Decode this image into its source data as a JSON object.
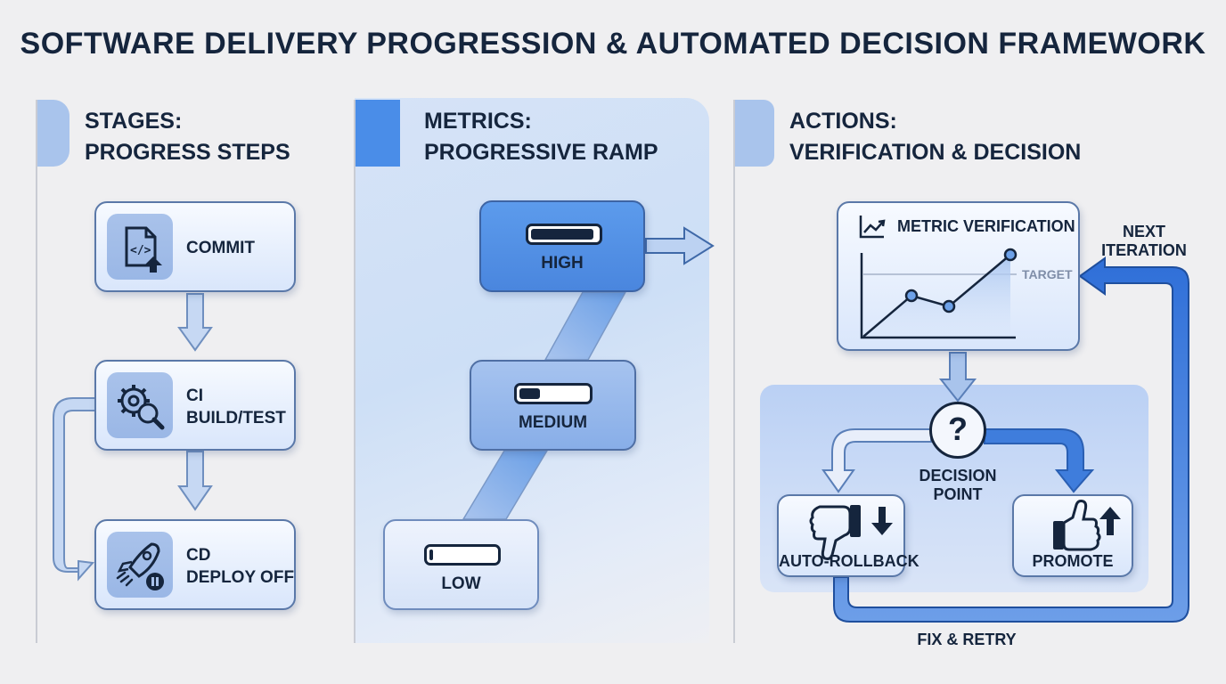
{
  "title": "SOFTWARE DELIVERY PROGRESSION & AUTOMATED DECISION FRAMEWORK",
  "columns": {
    "stages": {
      "heading_line1": "STAGES:",
      "heading_line2": "PROGRESS STEPS",
      "items": [
        {
          "label_line1": "COMMIT",
          "label_line2": "",
          "icon": "code-file-upload-icon"
        },
        {
          "label_line1": "CI",
          "label_line2": "BUILD/TEST",
          "icon": "gear-search-icon"
        },
        {
          "label_line1": "CD",
          "label_line2": "DEPLOY OFF",
          "icon": "rocket-pause-icon"
        }
      ]
    },
    "metrics": {
      "heading_line1": "METRICS:",
      "heading_line2": "PROGRESSIVE RAMP",
      "levels": [
        {
          "label": "HIGH",
          "gauge_fill": 0.95
        },
        {
          "label": "MEDIUM",
          "gauge_fill": 0.3
        },
        {
          "label": "LOW",
          "gauge_fill": 0.05
        }
      ]
    },
    "actions": {
      "heading_line1": "ACTIONS:",
      "heading_line2": "VERIFICATION & DECISION",
      "verification": {
        "title": "METRIC VERIFICATION",
        "icon": "trend-chart-icon",
        "target_label": "TARGET"
      },
      "decision": {
        "symbol": "?",
        "label_line1": "DECISION",
        "label_line2": "POINT"
      },
      "rollback": {
        "label": "AUTO-ROLLBACK",
        "icon": "thumbs-down-icon"
      },
      "promote": {
        "label": "PROMOTE",
        "icon": "thumbs-up-icon"
      },
      "next_iteration_line1": "NEXT",
      "next_iteration_line2": "ITERATION",
      "fix_retry": "FIX & RETRY"
    }
  },
  "colors": {
    "ink": "#15253d",
    "accent_blue": "#2f6fd8",
    "box_border": "#5a78a8",
    "tab_light": "#a9c4ec",
    "tab_strong": "#4a8de8"
  }
}
